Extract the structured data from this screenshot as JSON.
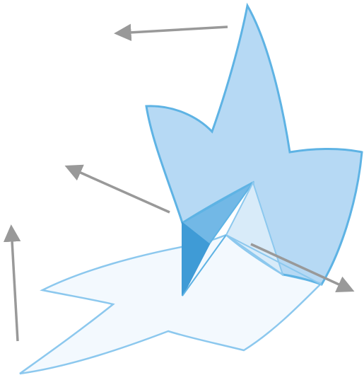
{
  "figure": {
    "colors": {
      "background": "#ffffff",
      "standing_fill": "#a9d2f2",
      "standing_stroke": "#5eb3e4",
      "fold_front_fill": "#3f9bd6",
      "fold_back_fill": "#72b8e6",
      "shadow_fill": "#f3f9fe",
      "shadow_stroke": "#8cc8ee",
      "arrow": "#999999"
    },
    "arrows": [
      {
        "name": "top-arrow",
        "direction": "left"
      },
      {
        "name": "middle-arrow",
        "direction": "upper-left"
      },
      {
        "name": "right-arrow",
        "direction": "lower-right"
      },
      {
        "name": "vertical-arrow",
        "direction": "up"
      }
    ]
  }
}
